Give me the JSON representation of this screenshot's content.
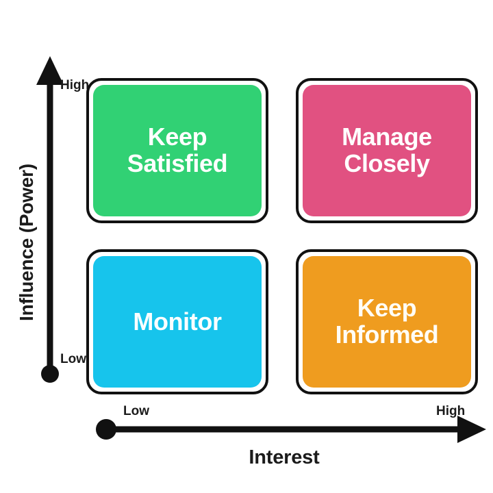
{
  "diagram": {
    "type": "power-interest-matrix",
    "y_axis": {
      "label": "Influence (Power)",
      "tick_low": "Low",
      "tick_high": "High",
      "arrow_icon": "up-arrow-icon"
    },
    "x_axis": {
      "label": "Interest",
      "tick_low": "Low",
      "tick_high": "High",
      "arrow_icon": "right-arrow-icon"
    },
    "quadrants": [
      {
        "id": "keep-satisfied",
        "label": "Keep\nSatisfied",
        "fill": "#31d174",
        "border": "#111111",
        "text_color": "#ffffff",
        "position": "top-left",
        "influence": "High",
        "interest": "Low"
      },
      {
        "id": "manage-closely",
        "label": "Manage\nClosely",
        "fill": "#e15181",
        "border": "#111111",
        "text_color": "#ffffff",
        "position": "top-right",
        "influence": "High",
        "interest": "High"
      },
      {
        "id": "monitor",
        "label": "Monitor",
        "fill": "#17c4ec",
        "border": "#111111",
        "text_color": "#fbffff",
        "position": "bottom-left",
        "influence": "Low",
        "interest": "Low"
      },
      {
        "id": "keep-informed",
        "label": "Keep\nInformed",
        "fill": "#ef9c1f",
        "border": "#111111",
        "text_color": "#fffdf6",
        "position": "bottom-right",
        "influence": "Low",
        "interest": "High"
      }
    ],
    "colors": {
      "axis": "#111111",
      "background": "#ffffff",
      "text": "#1b1b1b"
    }
  }
}
